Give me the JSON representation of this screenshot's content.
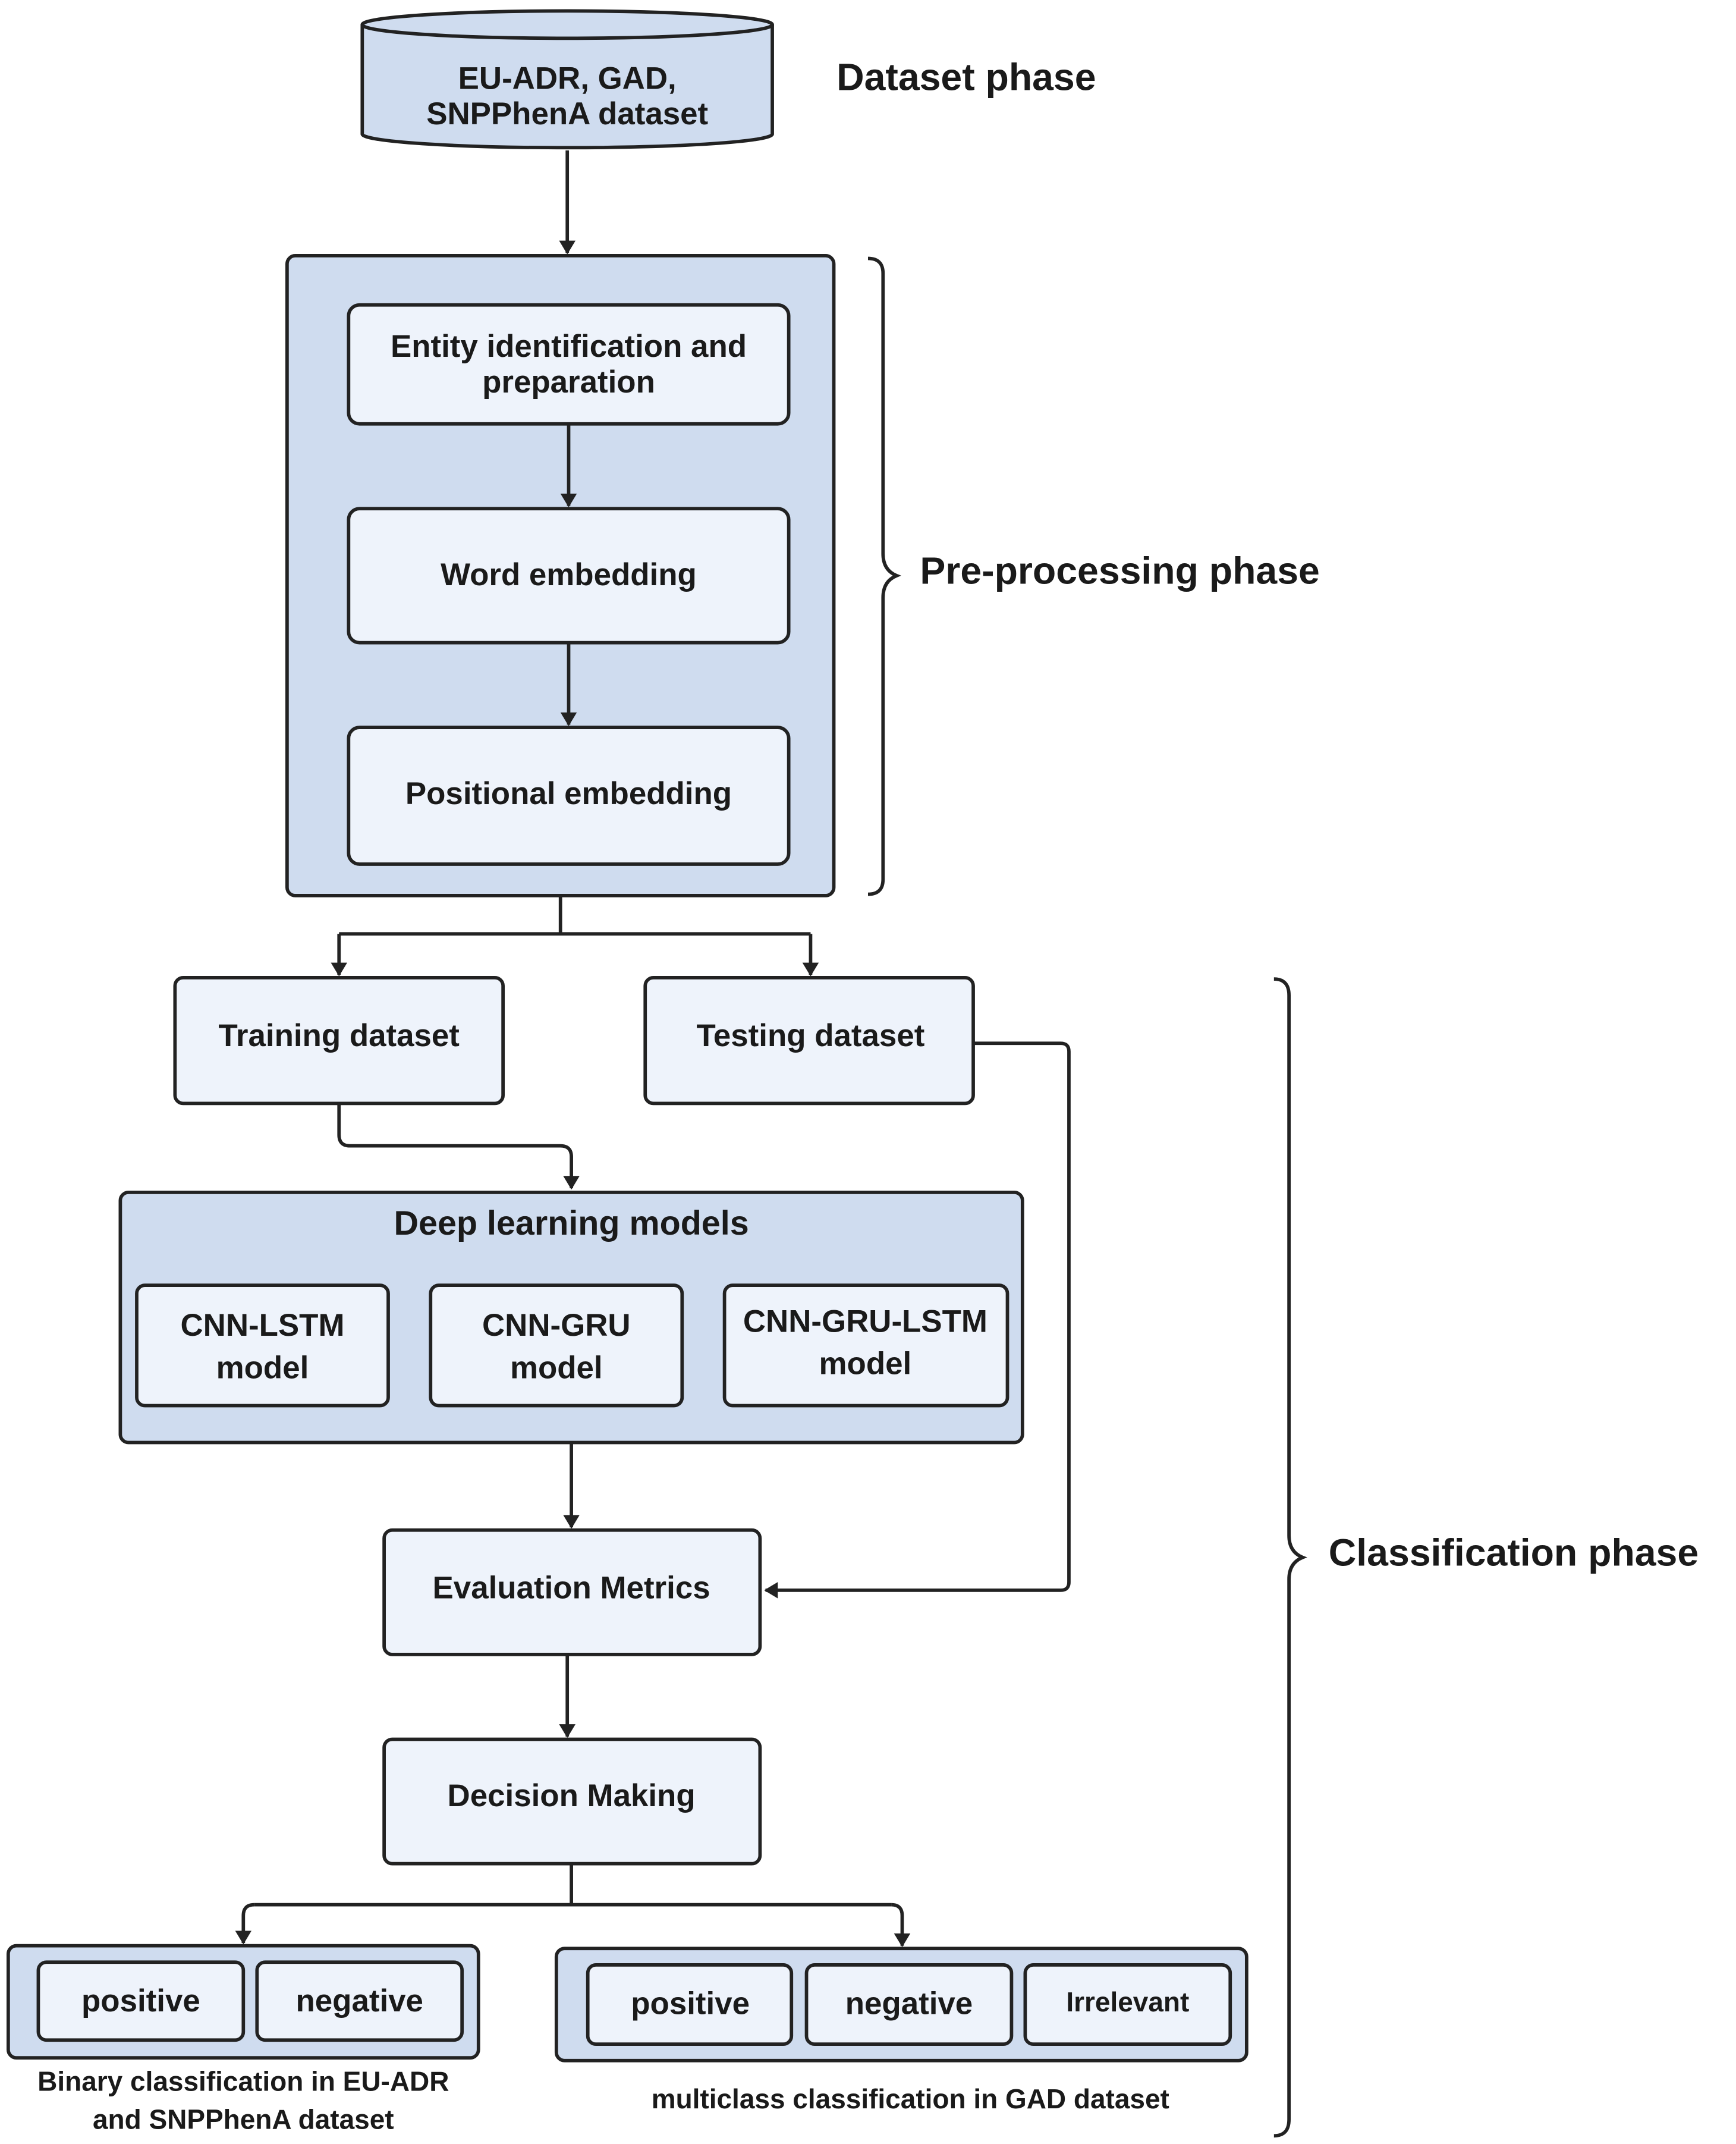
{
  "colors": {
    "container_fill": "#cfdcef",
    "box_fill": "#eef3fb",
    "stroke": "#222222"
  },
  "dataset": {
    "line1": "EU-ADR, GAD,",
    "line2": "SNPPhenA dataset",
    "phase_label": "Dataset phase"
  },
  "preprocessing": {
    "phase_label": "Pre-processing phase",
    "entity_line1": "Entity identification and",
    "entity_line2": "preparation",
    "word_embedding": "Word embedding",
    "positional_embedding": "Positional embedding"
  },
  "classification": {
    "phase_label": "Classification phase",
    "training": "Training dataset",
    "testing": "Testing dataset",
    "models_title": "Deep learning models",
    "models": [
      {
        "line1": "CNN-LSTM",
        "line2": "model"
      },
      {
        "line1": "CNN-GRU",
        "line2": "model"
      },
      {
        "line1": "CNN-GRU-LSTM",
        "line2": "model"
      }
    ],
    "evaluation": "Evaluation Metrics",
    "decision": "Decision Making",
    "binary": {
      "labels": [
        "positive",
        "negative"
      ],
      "caption_line1": "Binary classification in EU-ADR",
      "caption_line2": "and SNPPhenA dataset"
    },
    "multiclass": {
      "labels": [
        "positive",
        "negative",
        "Irrelevant"
      ],
      "caption": "multiclass classification in GAD dataset"
    }
  }
}
